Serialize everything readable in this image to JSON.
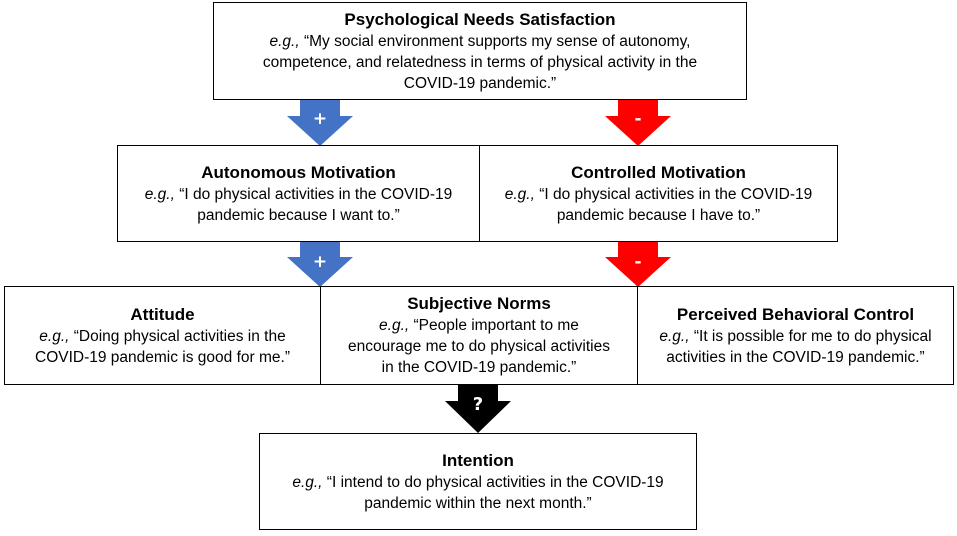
{
  "needs": {
    "title": "Psychological Needs Satisfaction",
    "eg": "e.g.,",
    "quote_line1": " “My social environment supports my sense of autonomy,",
    "quote_line2": "competence, and relatedness in terms of physical activity in the",
    "quote_line3": "COVID-19 pandemic.”"
  },
  "autonomous": {
    "title": "Autonomous Motivation",
    "eg": "e.g.,",
    "quote_line1": " “I do physical activities in the COVID-19",
    "quote_line2": "pandemic because I want to.”"
  },
  "controlled": {
    "title": "Controlled Motivation",
    "eg": "e.g.,",
    "quote_line1": " “I do physical activities in the COVID-19",
    "quote_line2": "pandemic because I have to.”"
  },
  "attitude": {
    "title": "Attitude",
    "eg": "e.g.,",
    "quote_line1": " “Doing physical activities in the",
    "quote_line2": "COVID-19 pandemic is good for me.”"
  },
  "norms": {
    "title": "Subjective Norms",
    "eg": "e.g.,",
    "quote_line1": " “People important to me",
    "quote_line2": "encourage me to do physical activities",
    "quote_line3": "in the COVID-19 pandemic.”"
  },
  "pbc": {
    "title": "Perceived Behavioral Control",
    "eg": "e.g.,",
    "quote_line1": " “It is possible for me to do physical",
    "quote_line2": "activities in the COVID-19 pandemic.”"
  },
  "intention": {
    "title": "Intention",
    "eg": "e.g.,",
    "quote_line1": " “I intend to do physical activities in the COVID-19",
    "quote_line2": "pandemic within the next month.”"
  },
  "arrows": {
    "positive_label": "+",
    "negative_label": "-",
    "unknown_label": "?",
    "positive_color": "#4472C4",
    "negative_color": "#FF0000",
    "unknown_color": "#000000"
  }
}
